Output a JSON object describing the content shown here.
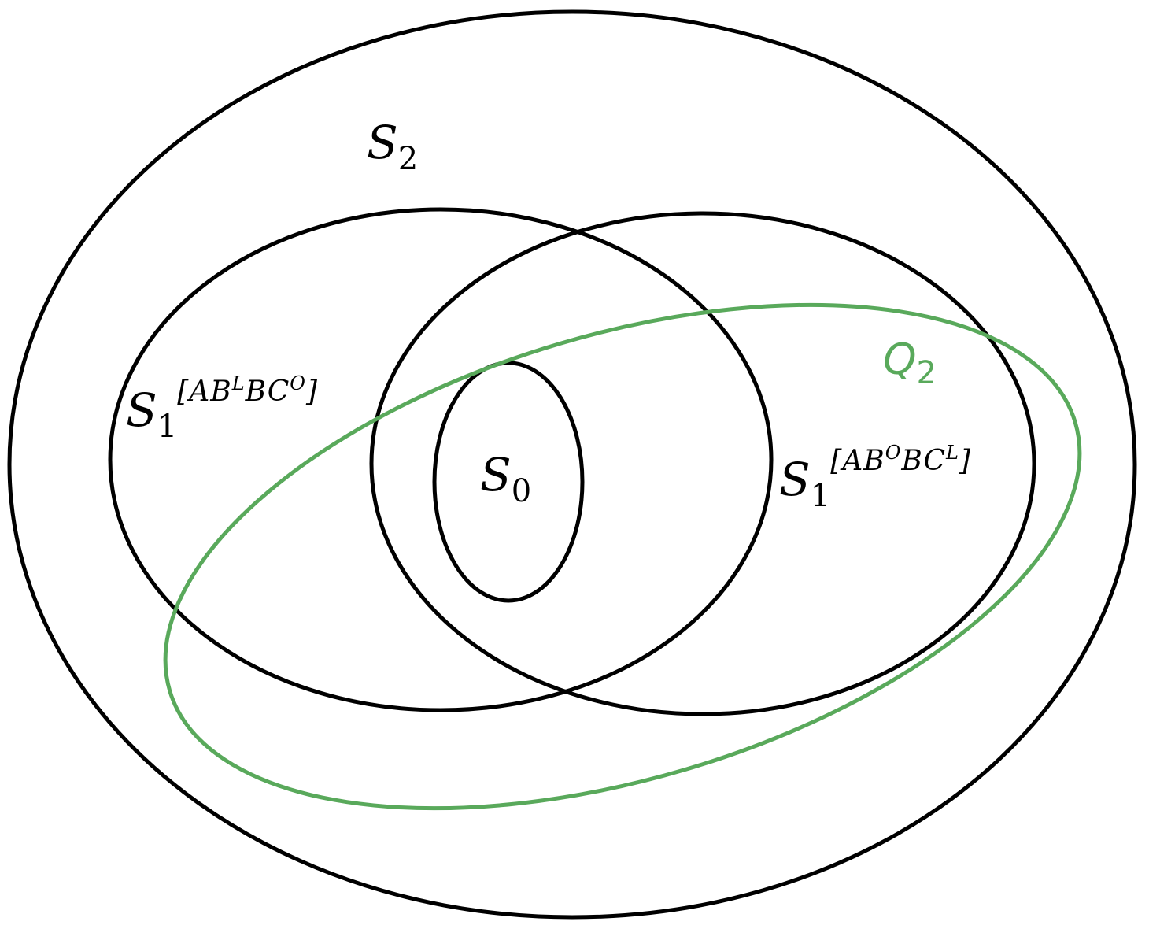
{
  "colors": {
    "outline": "#000000",
    "q_outline": "#59a95b"
  },
  "labels": {
    "s2": {
      "base": "S",
      "sub": "2"
    },
    "s1_left": {
      "base": "S",
      "sub": "1",
      "sup_open": "[",
      "sup_a": "AB",
      "sup_a_exp": "L",
      "sup_b": "BC",
      "sup_b_exp": "O",
      "sup_close": "]"
    },
    "s1_right": {
      "base": "S",
      "sub": "1",
      "sup_open": "[",
      "sup_a": "AB",
      "sup_a_exp": "O",
      "sup_b": "BC",
      "sup_b_exp": "L",
      "sup_close": "]"
    },
    "s0": {
      "base": "S",
      "sub": "0"
    },
    "q2": {
      "base": "Q",
      "sub": "2"
    }
  }
}
